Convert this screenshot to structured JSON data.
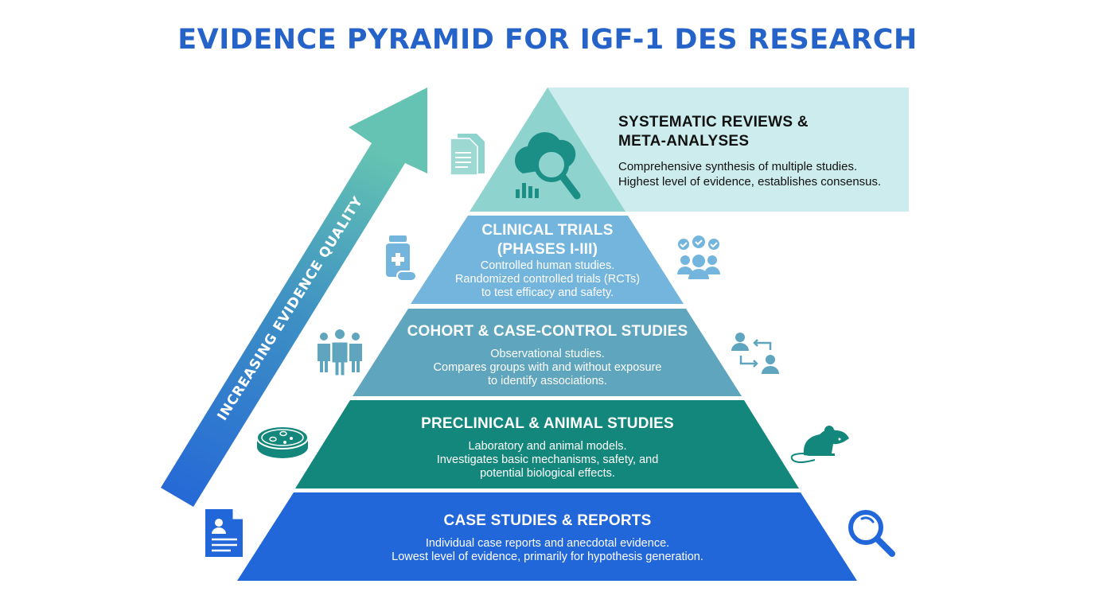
{
  "title": "EVIDENCE PYRAMID FOR IGF-1 DES RESEARCH",
  "arrow": {
    "label": "INCREASING EVIDENCE QUALITY",
    "direction": "up"
  },
  "colors": {
    "title": "#2563c9",
    "arrow_top": "#62c1b3",
    "arrow_bottom": "#2466d8",
    "tier_systematic": "#8fd3ce",
    "tier_systematic_box": "#cdeced",
    "tier_clinical": "#74b5de",
    "tier_cohort": "#5ea5bd",
    "tier_preclinical": "#13877c",
    "tier_case": "#2167d9"
  },
  "tiers": [
    {
      "level": 5,
      "title_lines": [
        "SYSTEMATIC REVIEWS &",
        "META-ANALYSES"
      ],
      "description_lines": [
        "Comprehensive synthesis of multiple studies.",
        "Highest level of evidence, establishes consensus."
      ],
      "icons": [
        "cloud-search-chart-icon",
        "documents-icon"
      ]
    },
    {
      "level": 4,
      "title_lines": [
        "CLINICAL TRIALS",
        "(PHASES I-III)"
      ],
      "description_lines": [
        "Controlled human studies.",
        "Randomized controlled trials (RCTs)",
        "to test efficacy and safety."
      ],
      "icons": [
        "medicine-bottle-icon",
        "group-checkmarks-icon"
      ]
    },
    {
      "level": 3,
      "title_lines": [
        "COHORT & CASE-CONTROL STUDIES"
      ],
      "description_lines": [
        "Observational studies.",
        "Compares groups with and without exposure",
        "to identify associations."
      ],
      "icons": [
        "people-group-icon",
        "people-exchange-icon"
      ]
    },
    {
      "level": 2,
      "title_lines": [
        "PRECLINICAL & ANIMAL STUDIES"
      ],
      "description_lines": [
        "Laboratory and animal models.",
        "Investigates basic mechanisms, safety, and",
        "potential biological effects."
      ],
      "icons": [
        "petri-dish-icon",
        "mouse-icon"
      ]
    },
    {
      "level": 1,
      "title_lines": [
        "CASE STUDIES & REPORTS"
      ],
      "description_lines": [
        "Individual case reports and anecdotal evidence.",
        "Lowest level of evidence, primarily for hypothesis generation."
      ],
      "icons": [
        "patient-report-icon",
        "magnifier-icon"
      ]
    }
  ]
}
